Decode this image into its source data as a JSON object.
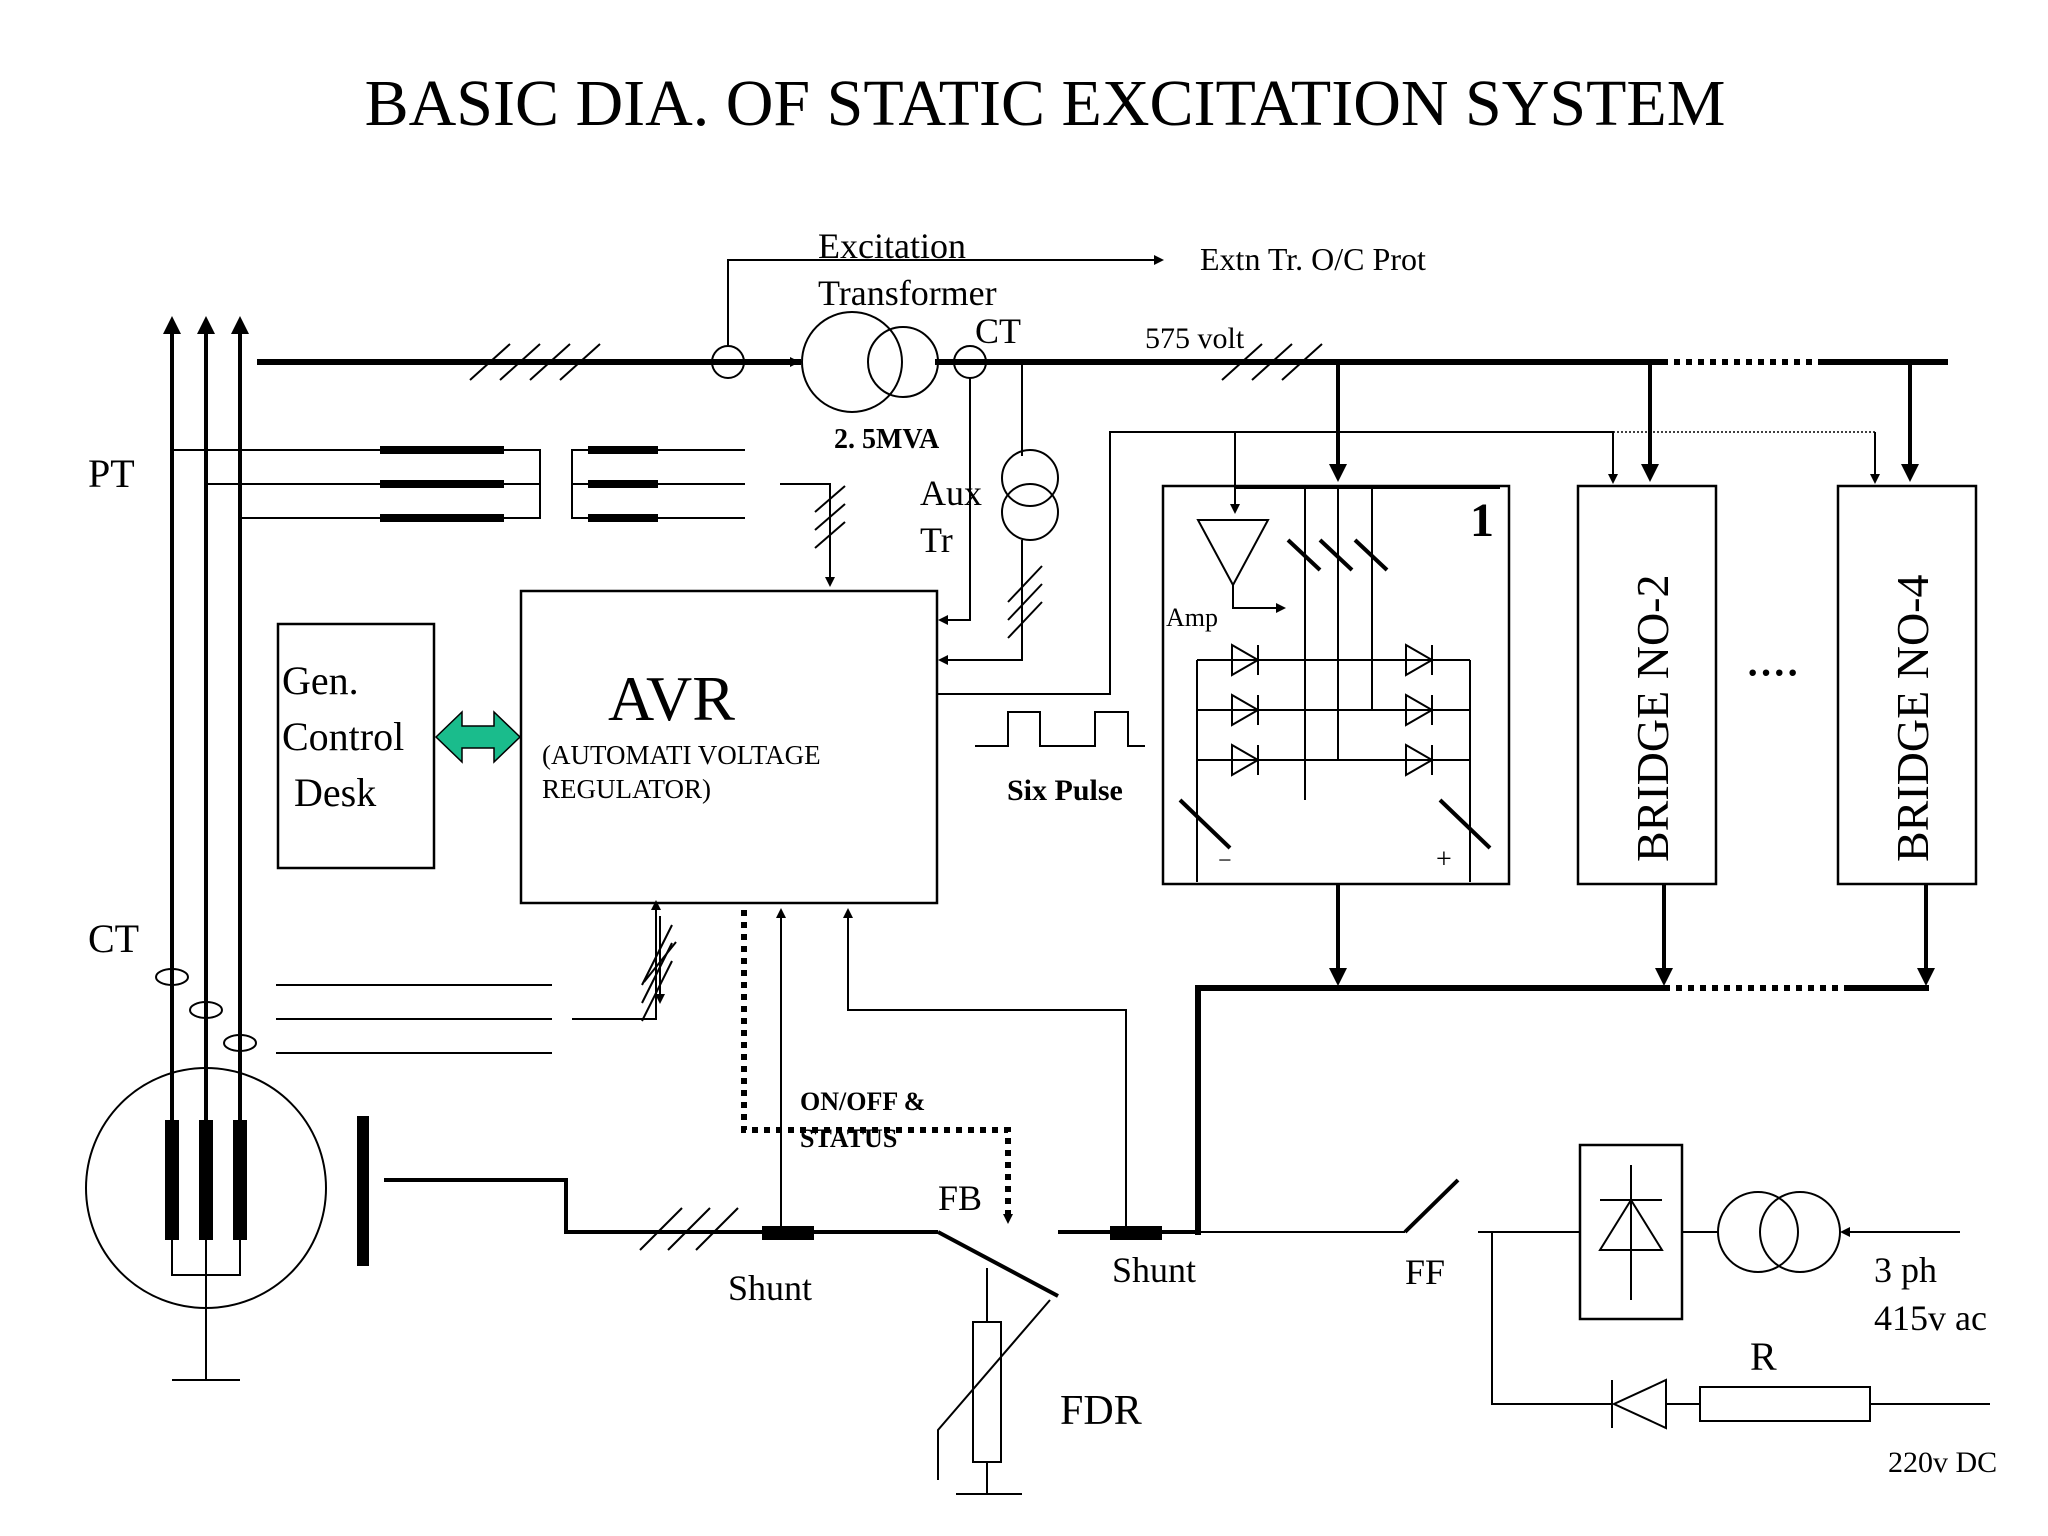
{
  "title": "BASIC DIA. OF STATIC EXCITATION SYSTEM",
  "labels": {
    "excitation_transformer_line1": "Excitation",
    "excitation_transformer_line2": "Transformer",
    "extn_prot": "Extn Tr. O/C Prot",
    "ct_top": "CT",
    "volt_575": "575 volt",
    "mva": "2. 5MVA",
    "aux_line1": "Aux",
    "aux_line2": "Tr",
    "pt": "PT",
    "ct_left": "CT",
    "gcd_line1": "Gen.",
    "gcd_line2": "Control",
    "gcd_line3": "Desk",
    "avr": "AVR",
    "avr_sub1": "(AUTOMATI VOLTAGE",
    "avr_sub2": "REGULATOR)",
    "six_pulse": "Six Pulse",
    "amp": "Amp",
    "bridge1_num": "1",
    "bridge_minus": "−",
    "bridge_plus": "+",
    "bridge2": "BRIDGE  NO-2",
    "bridge_dots": "····",
    "bridge4": "BRIDGE  NO-4",
    "onoff_line1": "ON/OFF &",
    "onoff_line2": "STATUS",
    "fb": "FB",
    "shunt_left": "Shunt",
    "shunt_right": "Shunt",
    "fdr": "FDR",
    "ff": "FF",
    "ac_line1": "3 ph",
    "ac_line2": "415v ac",
    "r": "R",
    "dc": "220v DC"
  },
  "colors": {
    "line": "#000000",
    "arrow_accent": "#1abc8c",
    "background": "#ffffff"
  }
}
